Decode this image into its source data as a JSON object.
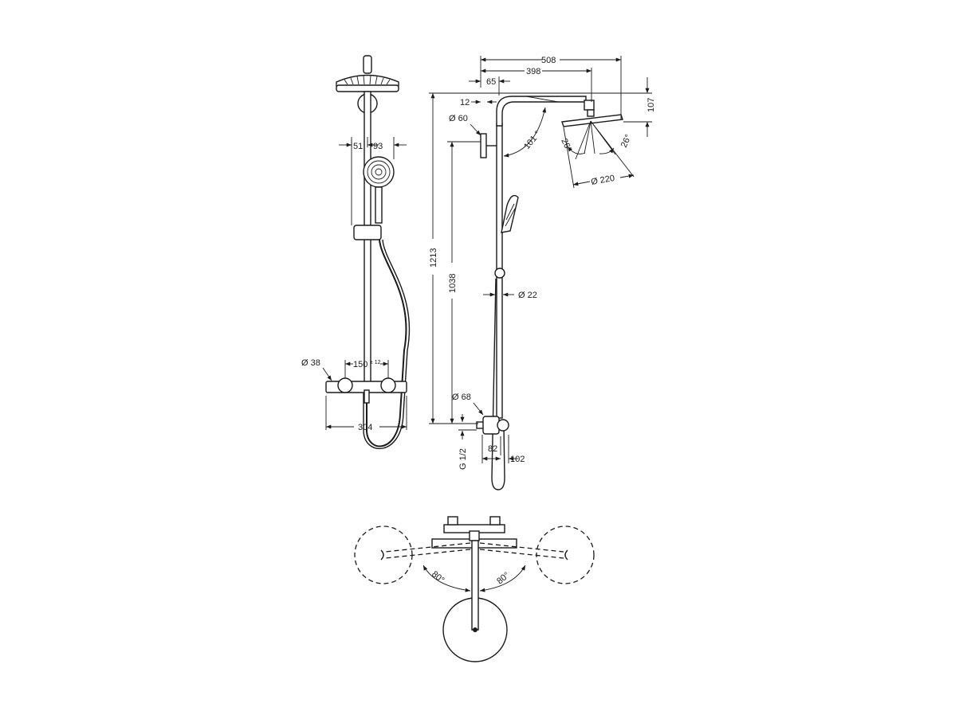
{
  "colors": {
    "line": "#1a1a1a",
    "background": "#ffffff"
  },
  "front_view": {
    "diameter_38": "Ø 38",
    "spacing_150": "150",
    "spacing_tol": "± 12",
    "width_304": "304",
    "dim_51": "51",
    "dim_93": "93"
  },
  "side_view": {
    "dim_508": "508",
    "dim_398": "398",
    "dim_65": "65",
    "dim_12": "12",
    "dim_107": "107",
    "diameter_60": "Ø 60",
    "angle_101": "101 °",
    "angle_26_left": "26°",
    "angle_26_right": "26°",
    "diameter_220": "Ø 220",
    "dim_1213": "1213",
    "dim_1038": "1038",
    "diameter_22": "Ø 22",
    "diameter_68": "Ø 68",
    "thread": "G 1/2",
    "dim_82": "82",
    "dim_102": "102"
  },
  "top_view": {
    "angle_left": "80°",
    "angle_right": "80°"
  }
}
